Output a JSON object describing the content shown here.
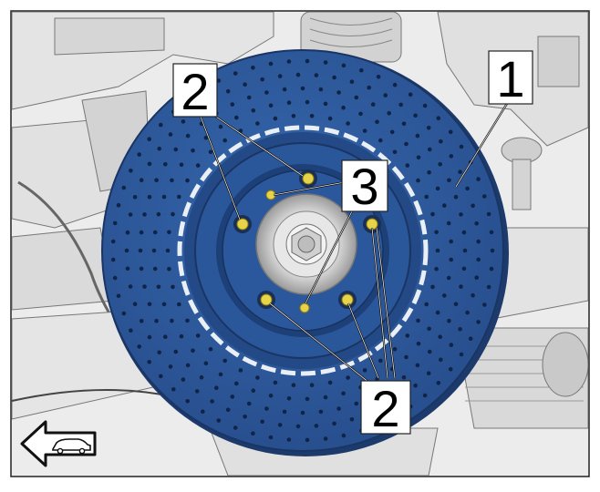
{
  "figure": {
    "callouts": [
      {
        "id": "callout-1",
        "label": "1"
      },
      {
        "id": "callout-2-top",
        "label": "2"
      },
      {
        "id": "callout-3",
        "label": "3"
      },
      {
        "id": "callout-2-bottom",
        "label": "2"
      }
    ],
    "direction_icon": "car-forward-arrow-icon"
  },
  "colors": {
    "disc": "#2e5da0",
    "disc_dark": "#1e3f75",
    "disc_shadow": "#162f58",
    "bolt": "#e6d34a",
    "background_parts": "#e2e2e2",
    "line": "#333333"
  }
}
